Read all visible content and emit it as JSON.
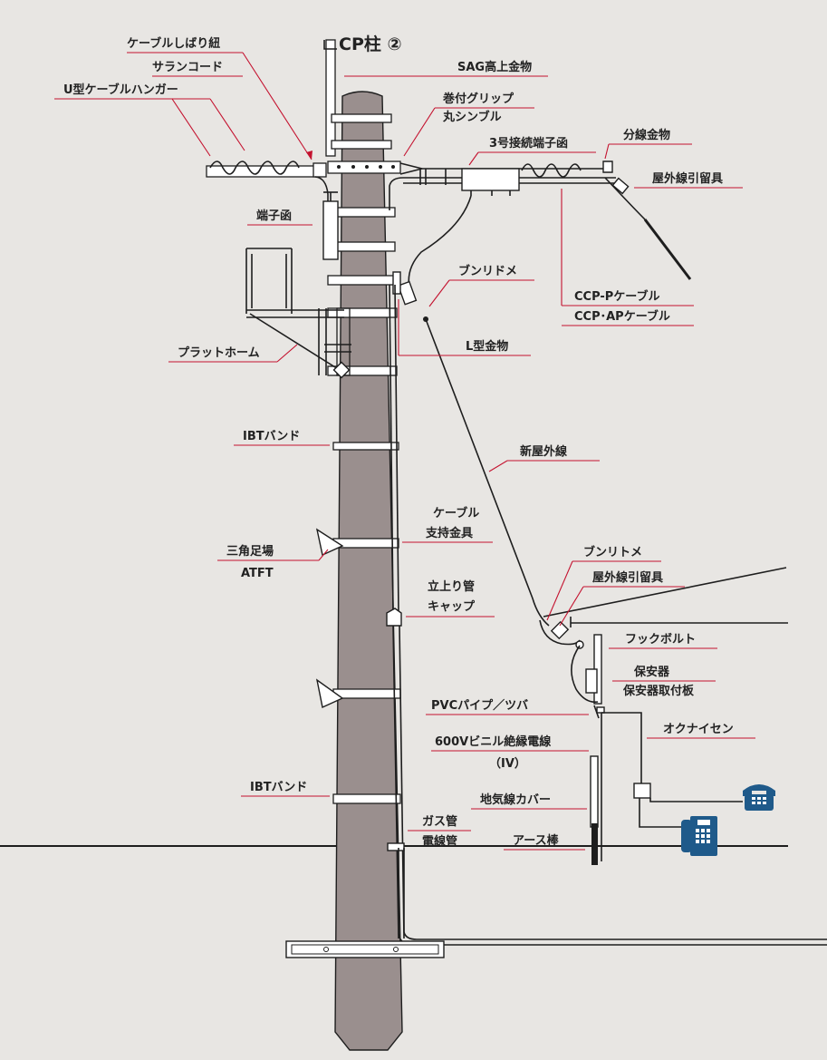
{
  "pole_title": "CP柱 ②",
  "labels": {
    "cable_tie": "ケーブルしばり紐",
    "saran_cord": "サランコード",
    "u_hanger": "U型ケーブルハンガー",
    "sag_hardware": "SAG高上金物",
    "wrap_grip": "巻付グリップ",
    "thimble": "丸シンブル",
    "junction_box3": "3号接続端子函",
    "branch_hardware": "分線金物",
    "outdoor_anchor_top": "屋外線引留具",
    "terminal_box": "端子函",
    "bunridome": "ブンリドメ",
    "ccp_p": "CCP-Pケーブル",
    "ccp_ap": "CCP･APケーブル",
    "platform": "プラットホーム",
    "l_bracket": "L型金物",
    "new_drop_wire": "新屋外線",
    "ibt_band_1": "IBTバンド",
    "cable_support_1": "ケーブル",
    "cable_support_2": "支持金具",
    "step_1": "三角足場",
    "step_2": "ATFT",
    "riser_cap_1": "立上り管",
    "riser_cap_2": "キャップ",
    "bunritome": "ブンリトメ",
    "outdoor_anchor_house": "屋外線引留具",
    "hook_bolt": "フックボルト",
    "protector": "保安器",
    "protector_plate": "保安器取付板",
    "pvc_pipe": "PVCパイプ／ツバ",
    "iv_wire_1": "600Vビニル絶縁電線",
    "iv_wire_2": "（IV）",
    "indoor_wire": "オクナイセン",
    "ibt_band_2": "IBTバンド",
    "ground_cover": "地気線カバー",
    "gas_pipe": "ガス管",
    "conduit": "電線管",
    "earth_rod": "アース棒"
  },
  "colors": {
    "pole": "#9a8f8e",
    "leader": "#c4122f",
    "phone": "#1f5a8a",
    "background": "#e8e6e3"
  },
  "icons": [
    "desk-phone-icon",
    "wall-phone-icon"
  ]
}
